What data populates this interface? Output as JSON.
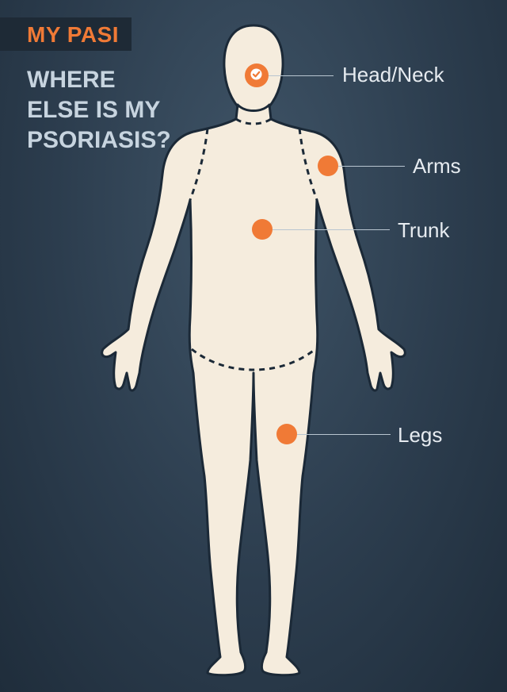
{
  "header": {
    "app_title": "MY PASI",
    "question_lines": [
      "WHERE",
      "ELSE IS MY",
      "PSORIASIS?"
    ]
  },
  "regions": [
    {
      "id": "head-neck",
      "label": "Head/Neck",
      "selected": true
    },
    {
      "id": "arms",
      "label": "Arms",
      "selected": false
    },
    {
      "id": "trunk",
      "label": "Trunk",
      "selected": false
    },
    {
      "id": "legs",
      "label": "Legs",
      "selected": false
    }
  ],
  "colors": {
    "accent": "#f07a36",
    "skin": "#f5ecdd",
    "outline": "#1b2937",
    "background": "#2f4152",
    "question_text": "#c7d4df"
  },
  "icons": {
    "selected_marker": "check-icon"
  }
}
